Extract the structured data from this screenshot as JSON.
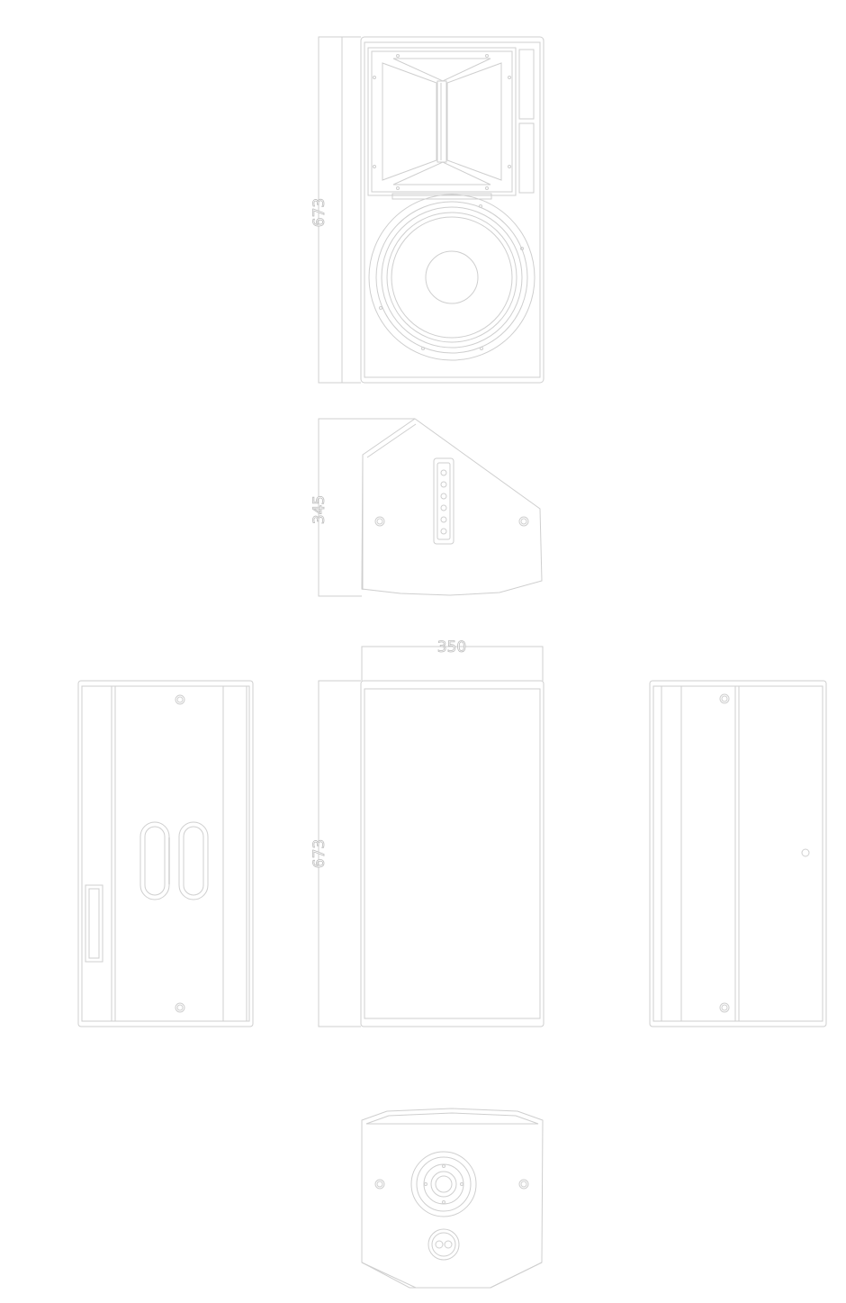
{
  "dimensions": {
    "front_height": "673",
    "side_depth": "345",
    "top_width": "350",
    "back_height": "673"
  },
  "colors": {
    "line": "#cfcfcf",
    "background": "#ffffff"
  }
}
